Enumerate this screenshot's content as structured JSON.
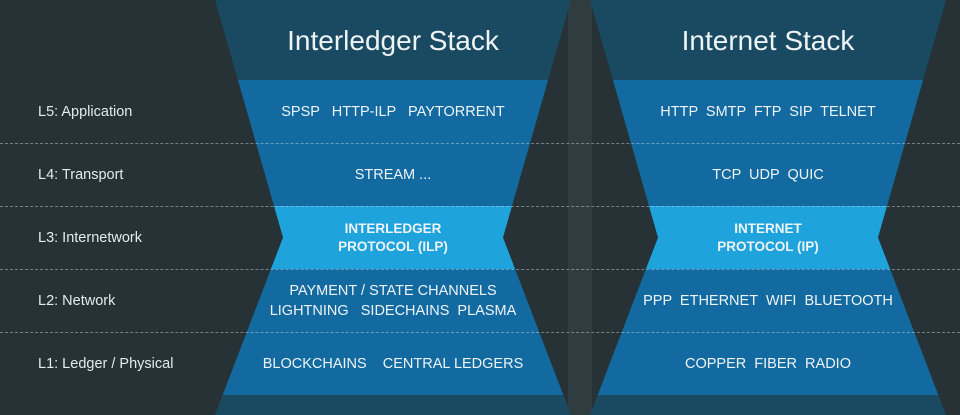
{
  "colors": {
    "background": "#263235",
    "separator": "#2f3c40",
    "header_band": "#1a4a62",
    "row_band": "#126aa0",
    "highlight_band": "#1ea3dd",
    "text": "#eef4f6"
  },
  "layers": [
    {
      "label": "L5: Application"
    },
    {
      "label": "L4: Transport"
    },
    {
      "label": "L3: Internetwork"
    },
    {
      "label": "L2: Network"
    },
    {
      "label": "L1: Ledger / Physical"
    }
  ],
  "stacks": [
    {
      "title": "Interledger Stack",
      "rows": [
        {
          "lines": [
            "SPSP   HTTP-ILP   PAYTORRENT"
          ]
        },
        {
          "lines": [
            "STREAM ..."
          ]
        },
        {
          "lines": [
            "INTERLEDGER",
            "PROTOCOL (ILP)"
          ]
        },
        {
          "lines": [
            "PAYMENT / STATE CHANNELS",
            "LIGHTNING   SIDECHAINS  PLASMA"
          ]
        },
        {
          "lines": [
            "BLOCKCHAINS    CENTRAL LEDGERS"
          ]
        }
      ]
    },
    {
      "title": "Internet Stack",
      "rows": [
        {
          "lines": [
            "HTTP  SMTP  FTP  SIP  TELNET"
          ]
        },
        {
          "lines": [
            "TCP  UDP  QUIC"
          ]
        },
        {
          "lines": [
            "INTERNET",
            "PROTOCOL (IP)"
          ]
        },
        {
          "lines": [
            "PPP  ETHERNET  WIFI  BLUETOOTH"
          ]
        },
        {
          "lines": [
            "COPPER  FIBER  RADIO"
          ]
        }
      ]
    }
  ]
}
